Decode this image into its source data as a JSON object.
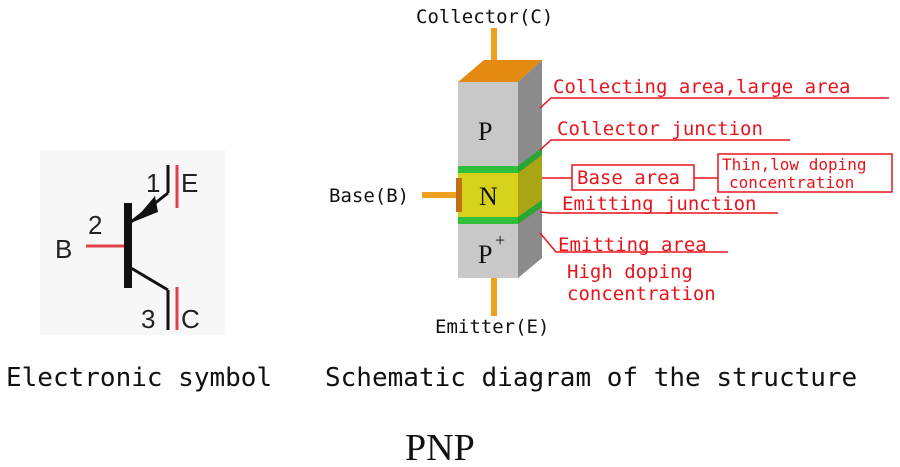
{
  "symbol": {
    "pin1": "1",
    "pin2": "2",
    "pin3": "3",
    "emitter_letter": "E",
    "base_letter": "B",
    "collector_letter": "C",
    "caption": "Electronic symbol"
  },
  "structure": {
    "collector_terminal": "Collector(C)",
    "base_terminal": "Base(B)",
    "emitter_terminal": "Emitter(E)",
    "layer_top": "P",
    "layer_middle": "N",
    "layer_bottom": "P",
    "layer_bottom_sup": "+",
    "callout_collecting_area": "Collecting area,large area",
    "callout_collector_junction": "Collector junction",
    "callout_base_area": "Base area",
    "callout_base_note_line1": "Thin,low doping",
    "callout_base_note_line2": "concentration",
    "callout_emitting_junction": "Emitting junction",
    "callout_emitting_area": "Emitting area",
    "callout_emitting_note_line1": "High doping",
    "callout_emitting_note_line2": "concentration",
    "caption": "Schematic diagram of the structure"
  },
  "title": "PNP",
  "colors": {
    "callout_red": "#e8141c",
    "lead_orange": "#f0a020",
    "layer_gray": "#c8c8c8",
    "base_yellow": "#d6d21c",
    "junction_green": "#2fbf3a",
    "top_cap": "#e48a10"
  }
}
